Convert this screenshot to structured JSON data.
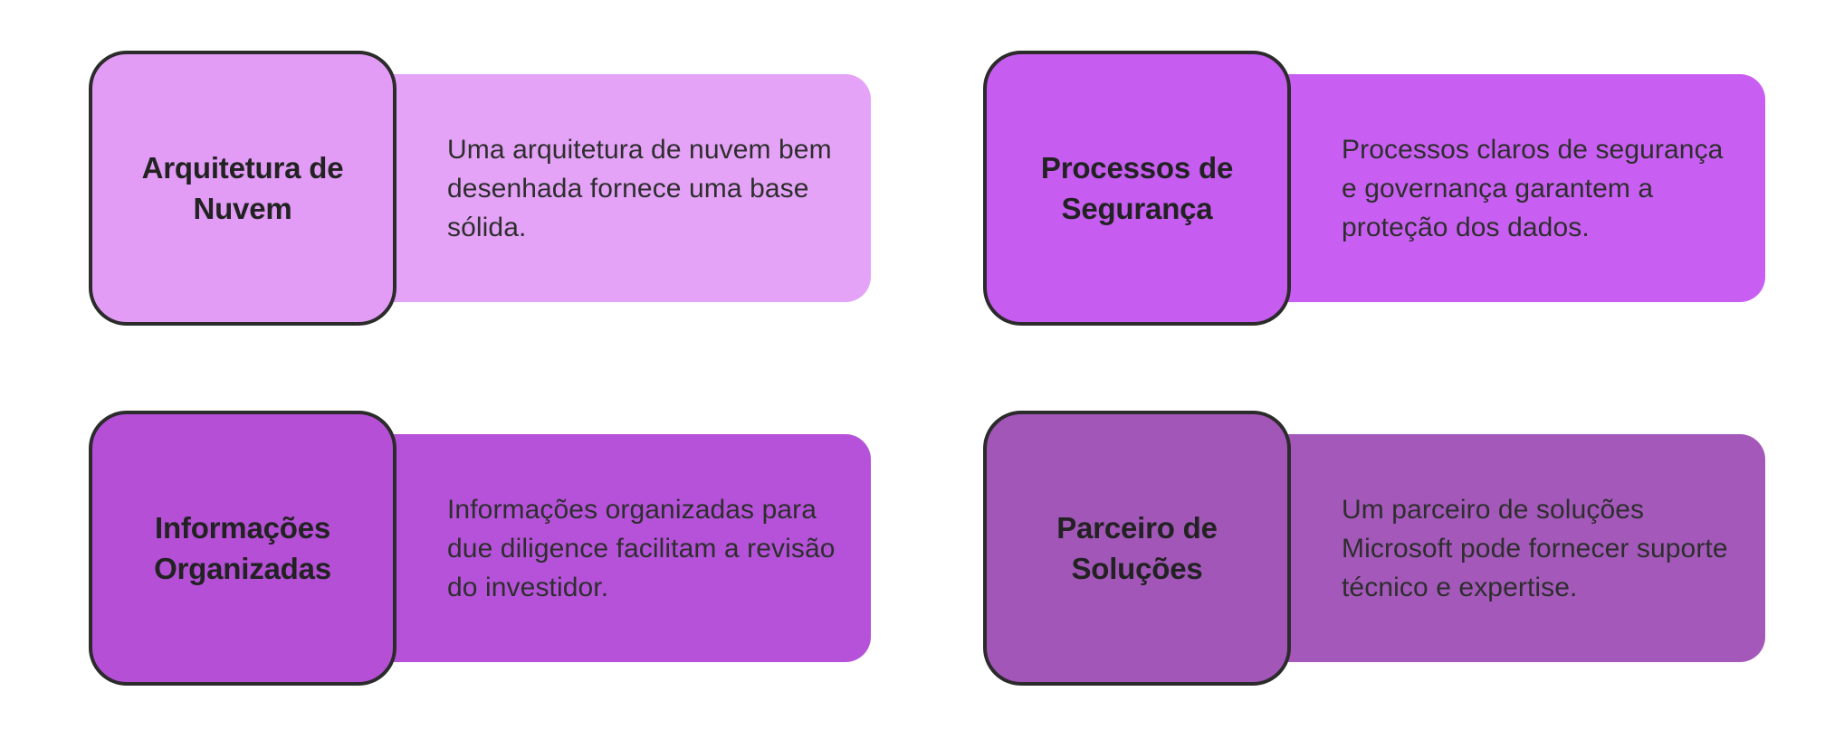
{
  "infographic": {
    "layout": "2x2-grid",
    "background_color": "#ffffff",
    "outline_color": "#2b2b2b",
    "title_text_color": "#222222",
    "body_text_color": "#2e2e2e",
    "cards": [
      {
        "title": "Arquitetura de Nuvem",
        "body": "Uma arquitetura de nuvem bem desenhada fornece uma base sólida.",
        "tile_color": "#E29CF6",
        "panel_color": "#E5A3F8"
      },
      {
        "title": "Processos de Segurança",
        "body": "Processos claros de segurança e governança garantem a proteção dos dados.",
        "tile_color": "#C65CF0",
        "panel_color": "#C95FF2"
      },
      {
        "title": "Informações Organizadas",
        "body": "Informações organizadas para due diligence facilitam a revisão do investidor.",
        "tile_color": "#B44FD6",
        "panel_color": "#B552D9"
      },
      {
        "title": "Parceiro de Soluções",
        "body": "Um parceiro de soluções Microsoft pode fornecer suporte técnico e expertise.",
        "tile_color": "#A256B8",
        "panel_color": "#A358BA"
      }
    ]
  }
}
